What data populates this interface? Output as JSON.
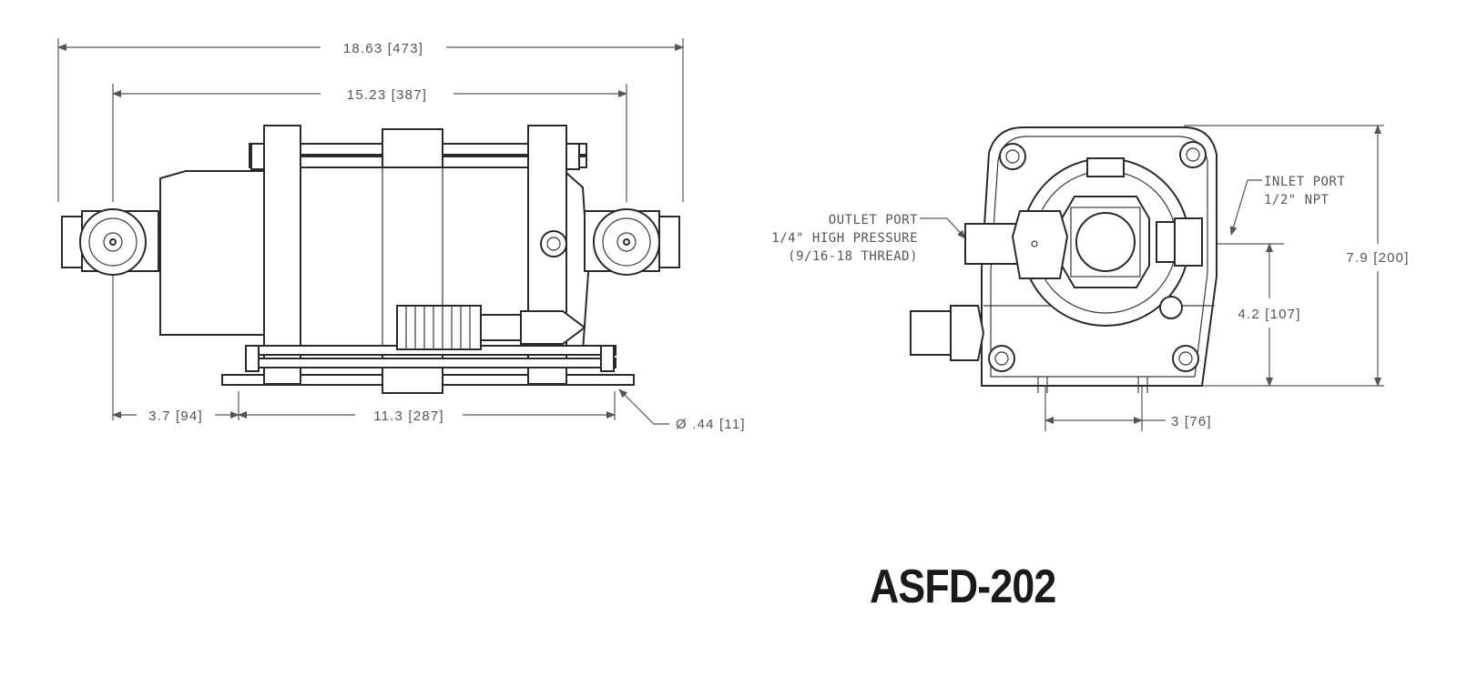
{
  "side_view": {
    "overall_length": "18.63 [473]",
    "body_length": "15.23 [387]",
    "end_offset": "3.7 [94]",
    "mount_spacing": "11.3 [287]",
    "hole_diameter": "Ø .44 [11]"
  },
  "end_view": {
    "outlet_port": [
      "OUTLET PORT",
      "1/4\" HIGH PRESSURE",
      "(9/16-18 THREAD)"
    ],
    "inlet_port": [
      "INLET PORT",
      "1/2\" NPT"
    ],
    "overall_height": "7.9 [200]",
    "port_height": "4.2 [107]",
    "foot_spacing": "3 [76]"
  },
  "model": "ASFD-202"
}
